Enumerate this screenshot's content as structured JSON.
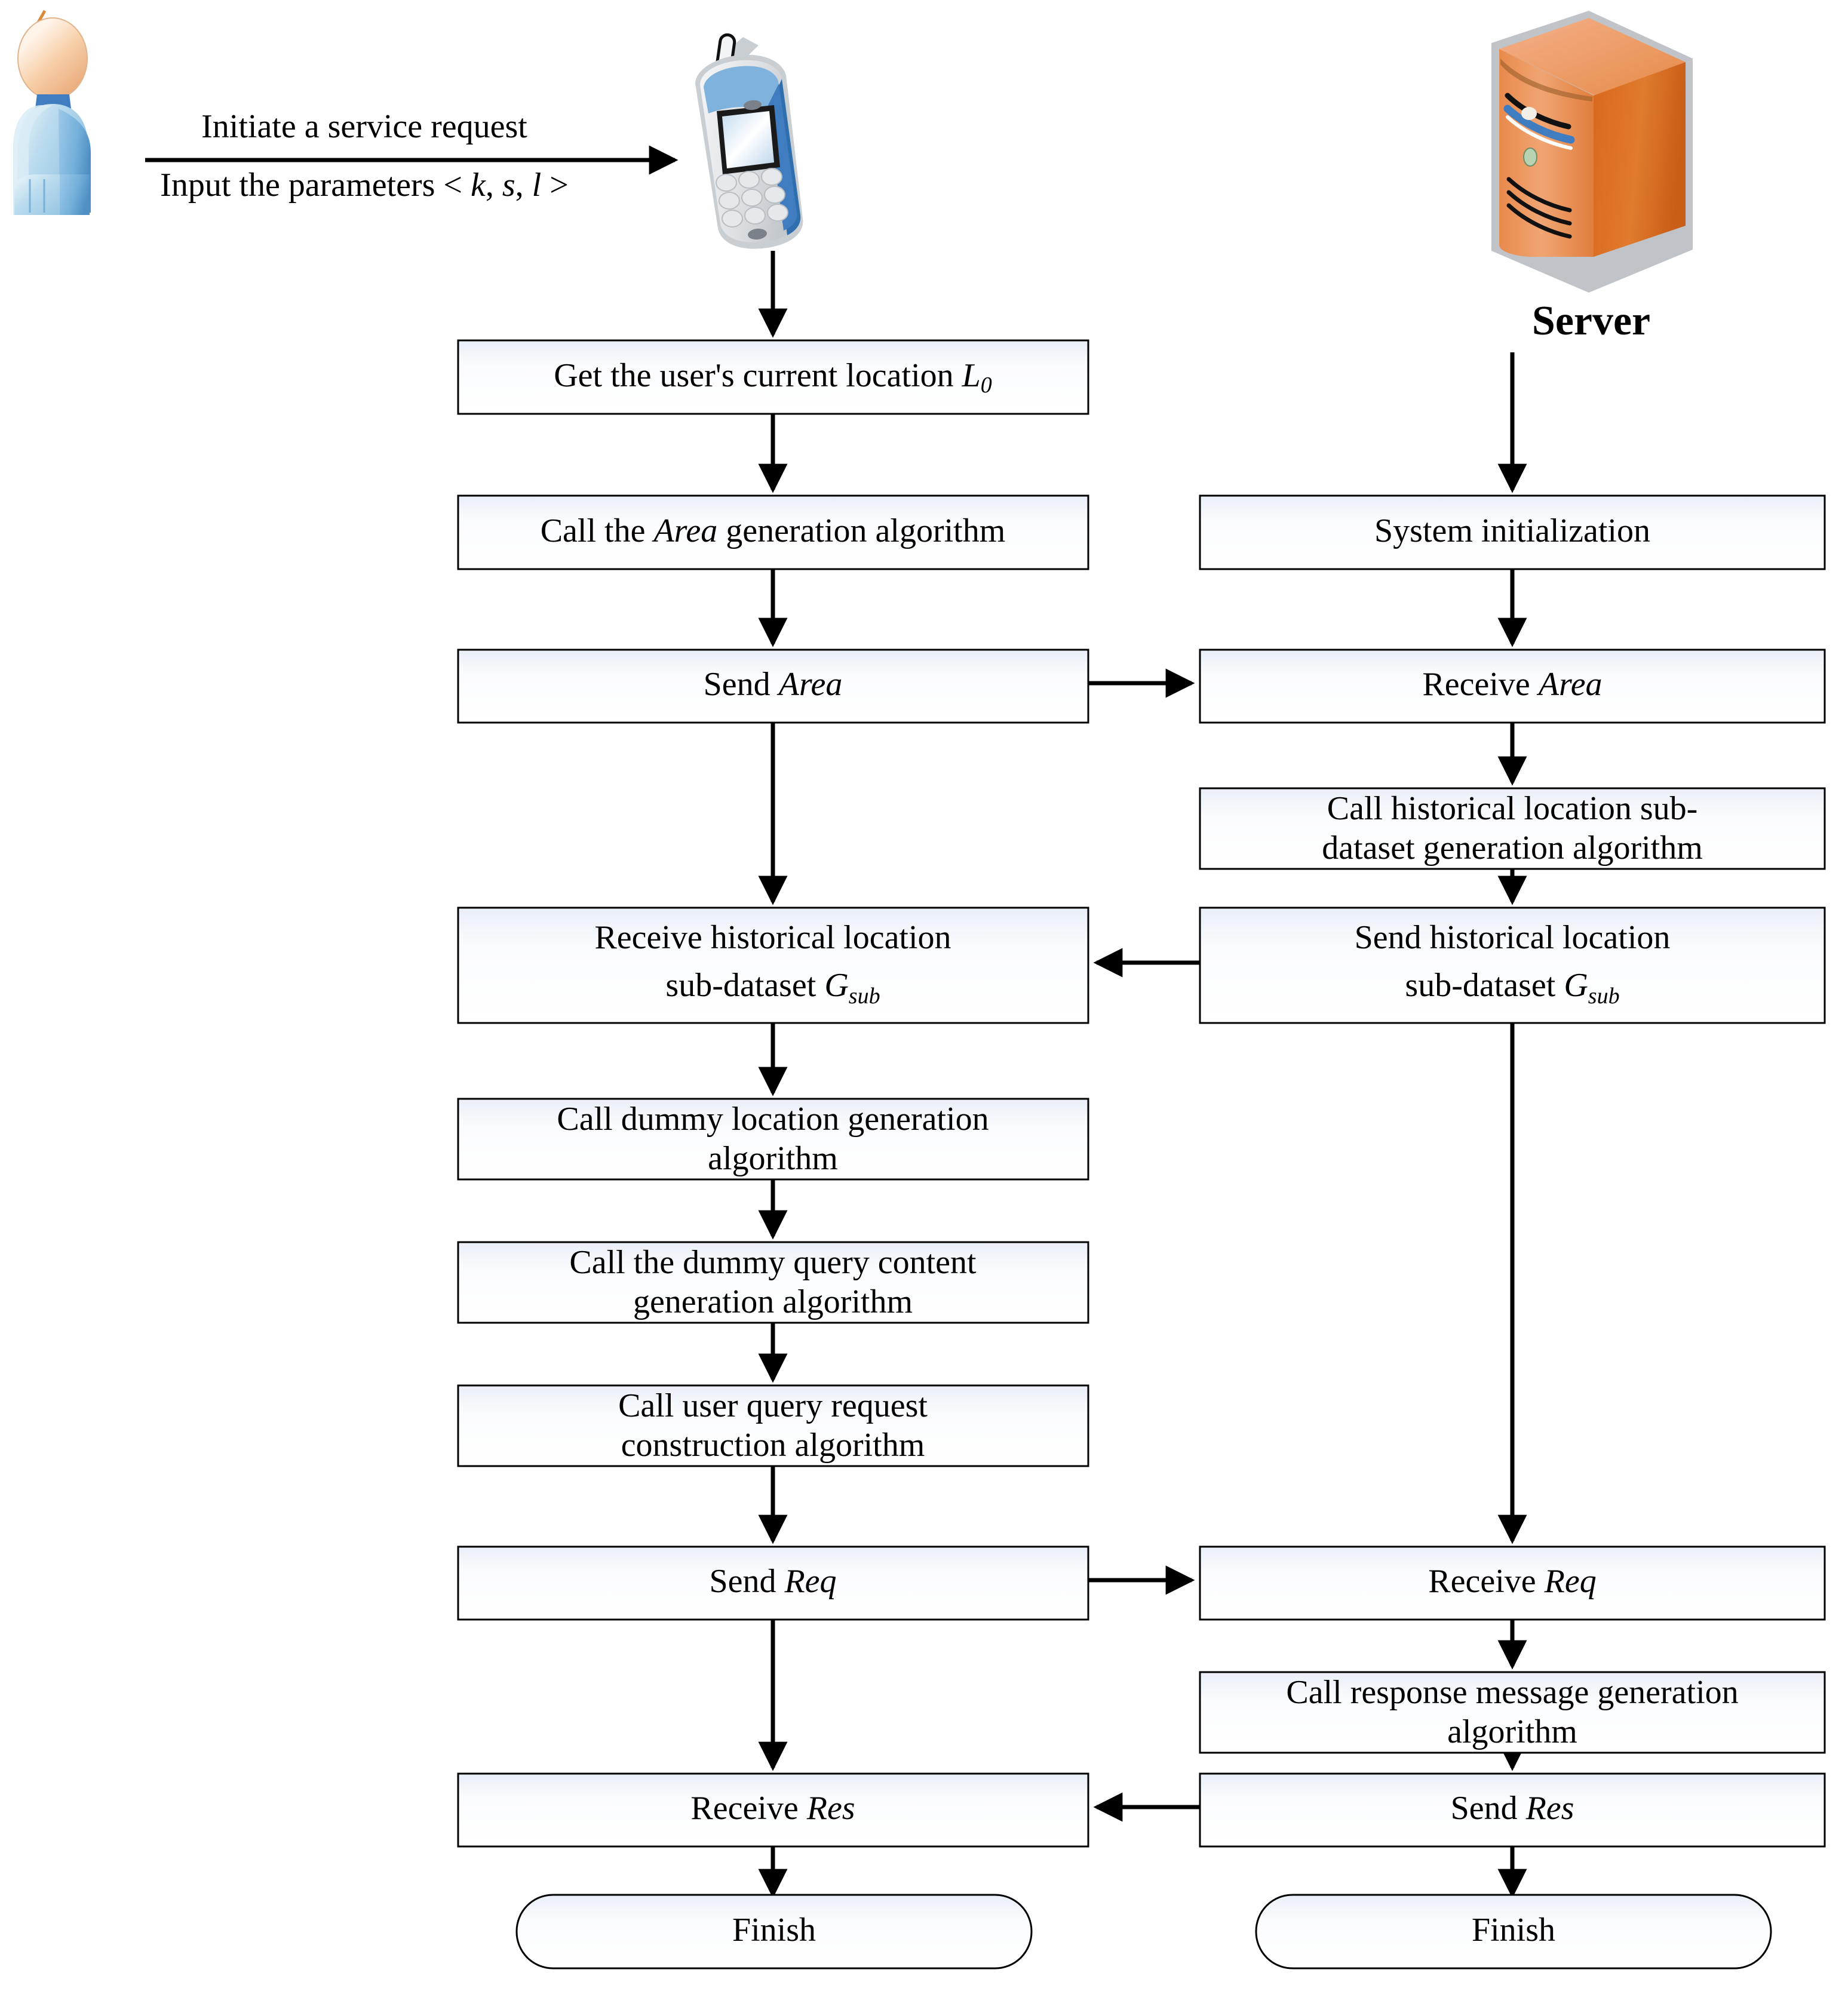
{
  "diagram": {
    "title_server": "Server",
    "actor_icon": "user-person-icon",
    "phone_icon": "mobile-phone-icon",
    "server_icon": "server-tower-icon",
    "request_label_line1": "Initiate a service request",
    "request_label_line2_pre": "Input the parameters < ",
    "request_label_line2_k": "k",
    "request_label_line2_sep1": ", ",
    "request_label_line2_s": "s",
    "request_label_line2_sep2": ", ",
    "request_label_line2_l": "l",
    "request_label_line2_post": " >"
  },
  "client_column": {
    "nodes": [
      {
        "id": "get-location",
        "text_pre": "Get the user's current location ",
        "text_it": "L",
        "text_sub": "0",
        "shape": "rect"
      },
      {
        "id": "call-area-gen",
        "text_pre": "Call the ",
        "text_it": "Area",
        "text_post": " generation algorithm",
        "shape": "rect"
      },
      {
        "id": "send-area",
        "text_pre": "Send  ",
        "text_it": "Area",
        "shape": "rect"
      },
      {
        "id": "receive-sub-dataset",
        "line1": "Receive historical location",
        "line2_pre": "sub-dataset ",
        "line2_it": "G",
        "line2_sub": "sub",
        "shape": "rect"
      },
      {
        "id": "call-dummy-location",
        "line1": "Call dummy location generation",
        "line2": "algorithm",
        "shape": "rect"
      },
      {
        "id": "call-dummy-query",
        "line1": "Call the dummy query content",
        "line2": "generation algorithm",
        "shape": "rect"
      },
      {
        "id": "call-user-query-request",
        "line1": "Call user query request",
        "line2": "construction algorithm",
        "shape": "rect"
      },
      {
        "id": "send-req",
        "text_pre": "Send ",
        "text_it": "Req",
        "shape": "rect"
      },
      {
        "id": "receive-res",
        "text_pre": "Receive ",
        "text_it": "Res",
        "shape": "rect"
      },
      {
        "id": "finish-client",
        "text": "Finish",
        "shape": "terminal"
      }
    ]
  },
  "server_column": {
    "nodes": [
      {
        "id": "system-init",
        "text": "System initialization",
        "shape": "rect"
      },
      {
        "id": "receive-area",
        "text_pre": "Receive  ",
        "text_it": "Area",
        "shape": "rect"
      },
      {
        "id": "call-historical-sub-dataset",
        "line1": "Call historical location  sub-",
        "line2": "dataset generation algorithm",
        "shape": "rect"
      },
      {
        "id": "send-sub-dataset",
        "line1": "Send historical location",
        "line2_pre": "sub-dataset ",
        "line2_it": "G",
        "line2_sub": "sub",
        "shape": "rect"
      },
      {
        "id": "receive-req",
        "text_pre": "Receive ",
        "text_it": "Req",
        "shape": "rect"
      },
      {
        "id": "call-response-message",
        "line1": "Call response message generation",
        "line2": "algorithm",
        "shape": "rect"
      },
      {
        "id": "send-res",
        "text_pre": "Send ",
        "text_it": "Res",
        "shape": "rect"
      },
      {
        "id": "finish-server",
        "text": "Finish",
        "shape": "terminal"
      }
    ]
  },
  "colors": {
    "box_fill_top": "#eef3fa",
    "box_fill_bottom": "#ffffff",
    "box_stroke": "#000000",
    "server_orange_light": "#f0a070",
    "server_orange_dark": "#d4641a",
    "phone_blue": "#5b9bd5",
    "person_head": "#f5c9a4",
    "person_body": "#a8cfe8",
    "arrow_black": "#000000"
  }
}
